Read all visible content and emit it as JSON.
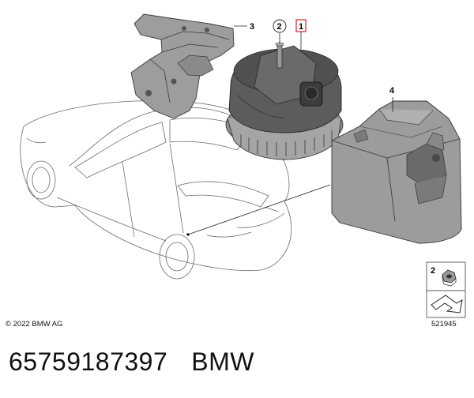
{
  "callouts": {
    "part_1": "1",
    "part_2": "2",
    "part_3": "3",
    "part_4": "4",
    "legend_part": "2"
  },
  "copyright": "© 2022 BMW AG",
  "diagram_id": "521945",
  "caption": {
    "part_number": "65759187397",
    "brand": "BMW"
  },
  "colors": {
    "part_grey": "#9a9a9a",
    "part_dark": "#4a4a4a",
    "highlight_red": "#d0313d",
    "line": "#555555"
  },
  "icons": {
    "nut": "hex-nut-icon",
    "direction": "arrow-icon"
  }
}
